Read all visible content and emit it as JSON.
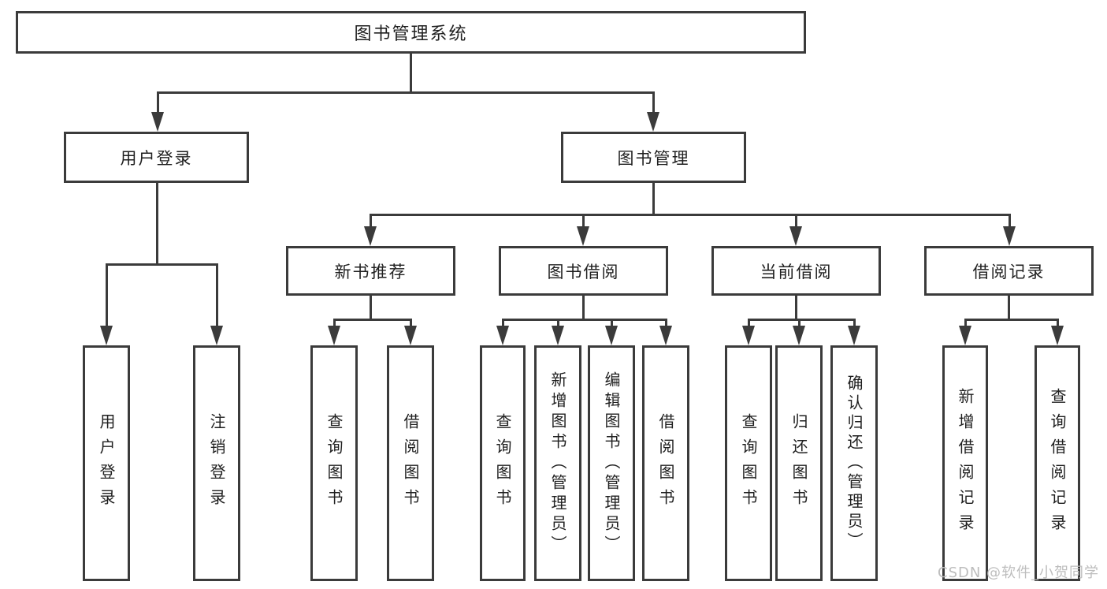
{
  "nodes": {
    "root": "图书管理系统",
    "user_login": "用户登录",
    "book_management": "图书管理",
    "new_book_recommend": "新书推荐",
    "book_borrow": "图书借阅",
    "current_borrow": "当前借阅",
    "borrow_records": "借阅记录",
    "leaf_user_login": "用户登录",
    "leaf_logout": "注销登录",
    "rec_query_books": "查询图书",
    "rec_borrow_books": "借阅图书",
    "bor_query_books": "查询图书",
    "bor_add_book_admin": "新增图书（管理员）",
    "bor_edit_book_admin": "编辑图书（管理员）",
    "bor_borrow_books": "借阅图书",
    "cur_query_books": "查询图书",
    "cur_return_book": "归还图书",
    "cur_confirm_return_admin": "确认归还（管理员）",
    "rcd_add_record": "新增借阅记录",
    "rcd_query_record": "查询借阅记录"
  },
  "watermark": "CSDN @软件_小贺同学",
  "colors": {
    "line": "#3b3b3b",
    "text": "#1f1f1f",
    "background": "#ffffff",
    "watermark": "#bdbdbd"
  }
}
